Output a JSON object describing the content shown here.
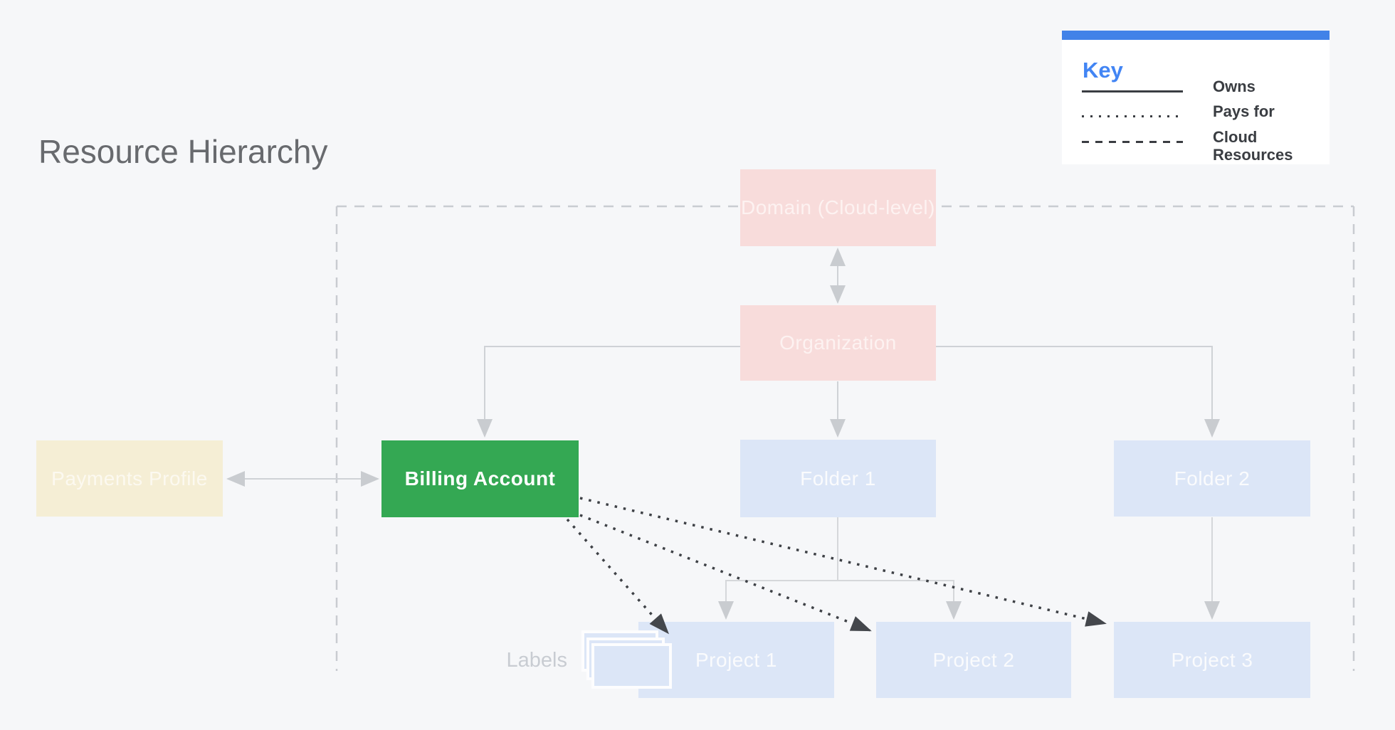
{
  "title": "Resource Hierarchy",
  "key": {
    "heading": "Key",
    "items": [
      {
        "line_style": "solid",
        "label": "Owns"
      },
      {
        "line_style": "dotted",
        "label": "Pays for"
      },
      {
        "line_style": "dashed",
        "label": "Cloud Resources"
      }
    ]
  },
  "nodes": {
    "domain": {
      "label": "Domain (Cloud-level)",
      "color": "#f8dcdb"
    },
    "organization": {
      "label": "Organization",
      "color": "#f8dcdb"
    },
    "payments_profile": {
      "label": "Payments Profile",
      "color": "#f5eed5"
    },
    "billing_account": {
      "label": "Billing Account",
      "color": "#34a853"
    },
    "folder1": {
      "label": "Folder 1",
      "color": "#dce6f7"
    },
    "folder2": {
      "label": "Folder 2",
      "color": "#dce6f7"
    },
    "project1": {
      "label": "Project 1",
      "color": "#dce6f7"
    },
    "project2": {
      "label": "Project 2",
      "color": "#dce6f7"
    },
    "project3": {
      "label": "Project 3",
      "color": "#dce6f7"
    }
  },
  "labels_caption": "Labels",
  "edges": {
    "owns": [
      [
        "Domain (Cloud-level)",
        "Organization"
      ],
      [
        "Organization",
        "Billing Account"
      ],
      [
        "Organization",
        "Folder 1"
      ],
      [
        "Organization",
        "Folder 2"
      ],
      [
        "Folder 1",
        "Project 1"
      ],
      [
        "Folder 1",
        "Project 2"
      ],
      [
        "Folder 2",
        "Project 3"
      ],
      [
        "Payments Profile",
        "Billing Account"
      ]
    ],
    "pays_for": [
      [
        "Billing Account",
        "Project 1"
      ],
      [
        "Billing Account",
        "Project 2"
      ],
      [
        "Billing Account",
        "Project 3"
      ]
    ],
    "cloud_resources_boundary": [
      "Domain (Cloud-level)",
      "Organization",
      "Folder 1",
      "Folder 2",
      "Project 1",
      "Project 2",
      "Project 3"
    ]
  },
  "colors": {
    "background": "#f6f7f9",
    "key_accent_bar": "#4182e8",
    "key_heading": "#4285f4",
    "key_text": "#3a3d42",
    "owns_line": "#d2d4d8",
    "owns_arrowhead": "#c9ccd0",
    "pays_for_line": "#3e4146",
    "cloud_boundary_dash": "#c9ccd1",
    "title_text": "#686a6e",
    "labels_caption_text": "#c8ccd2"
  }
}
